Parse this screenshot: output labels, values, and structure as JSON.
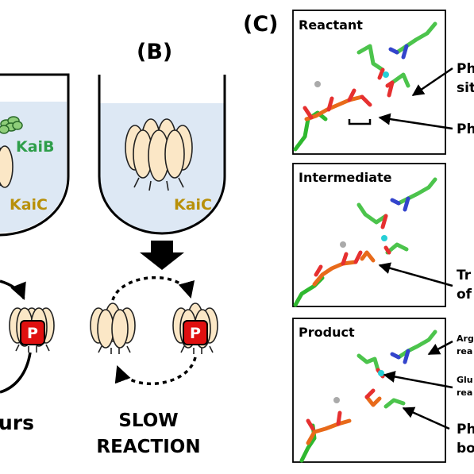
{
  "panels": {
    "b_label": "(B)",
    "c_label": "(C)"
  },
  "panel_a": {
    "kaib_label": "KaiB",
    "kaic_label": "KaiC",
    "bottom_text": "urs",
    "phospho_badge": "P"
  },
  "panel_b": {
    "kaic_label": "KaiC",
    "phospho_badge": "P",
    "reaction_line1": "SLOW",
    "reaction_line2": "REACTION"
  },
  "panel_c": {
    "boxes": [
      {
        "title": "Reactant"
      },
      {
        "title": "Intermediate"
      },
      {
        "title": "Product"
      }
    ],
    "callouts": [
      {
        "line1": "Ph",
        "line2": "sit"
      },
      {
        "line1": "Ph",
        "line2": ""
      },
      {
        "line1": "Tr",
        "line2": "of"
      },
      {
        "line1": "Arg",
        "line2": "rea"
      },
      {
        "line1": "Glu",
        "line2": "rea"
      },
      {
        "line1": "Ph",
        "line2": "bo"
      }
    ]
  },
  "colors": {
    "kaib_green": "#2e9e4a",
    "kaic_gold": "#b8900a",
    "badge_red": "#e01010",
    "tube_fill": "#dde8f4",
    "hexamer_fill": "#fbe7c6"
  }
}
